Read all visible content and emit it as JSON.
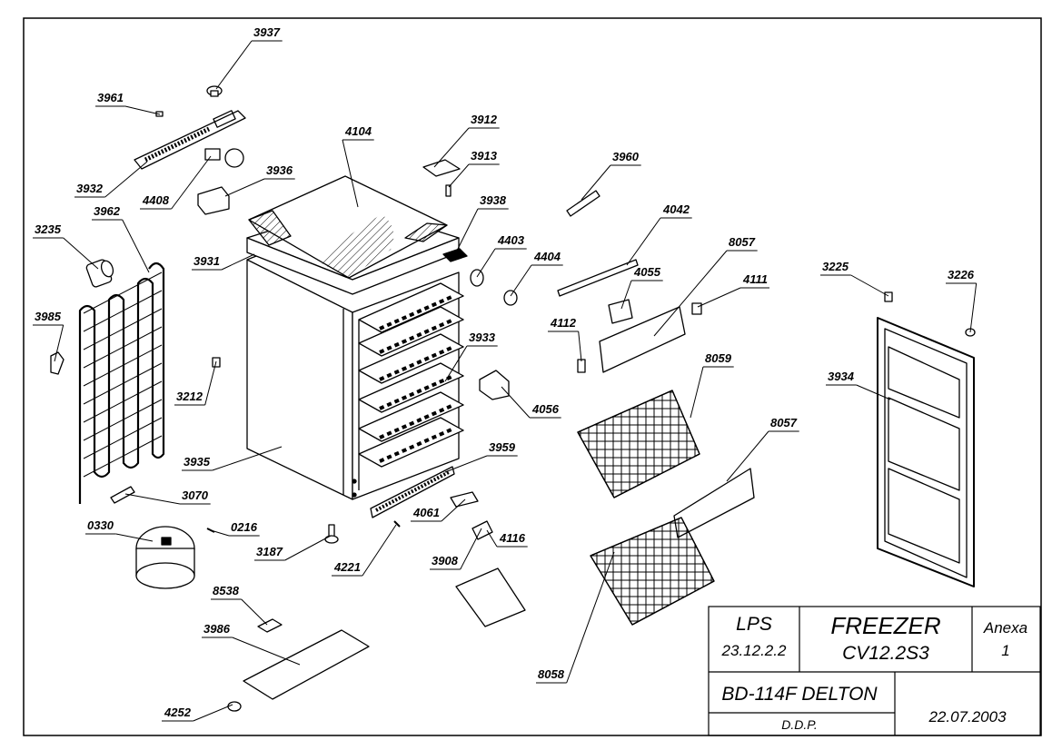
{
  "parts": [
    {
      "id": "p3937",
      "label": "3937",
      "icon": "knob"
    },
    {
      "id": "p3961",
      "label": "3961",
      "icon": "small-clip"
    },
    {
      "id": "p3932",
      "label": "3932",
      "icon": "control-panel"
    },
    {
      "id": "p4408",
      "label": "4408",
      "icon": "thermostat"
    },
    {
      "id": "p3936",
      "label": "3936",
      "icon": "bracket-box"
    },
    {
      "id": "p4104",
      "label": "4104",
      "icon": "worktop"
    },
    {
      "id": "p3912",
      "label": "3912",
      "icon": "hinge-plate"
    },
    {
      "id": "p3913",
      "label": "3913",
      "icon": "hinge-pin"
    },
    {
      "id": "p3960",
      "label": "3960",
      "icon": "handle-rod"
    },
    {
      "id": "p3938",
      "label": "3938",
      "icon": "block"
    },
    {
      "id": "p4042",
      "label": "4042",
      "icon": "rail"
    },
    {
      "id": "p8057a",
      "label": "8057",
      "icon": "flap"
    },
    {
      "id": "p4403",
      "label": "4403",
      "icon": "bushing"
    },
    {
      "id": "p4404",
      "label": "4404",
      "icon": "washer"
    },
    {
      "id": "p4055",
      "label": "4055",
      "icon": "latch"
    },
    {
      "id": "p4111",
      "label": "4111",
      "icon": "catch"
    },
    {
      "id": "p3225",
      "label": "3225",
      "icon": "screw"
    },
    {
      "id": "p3226",
      "label": "3226",
      "icon": "screw-cap"
    },
    {
      "id": "p3235",
      "label": "3235",
      "icon": "capacitor"
    },
    {
      "id": "p3962",
      "label": "3962",
      "icon": "condenser"
    },
    {
      "id": "p3931",
      "label": "3931",
      "icon": "cabinet-top-frame"
    },
    {
      "id": "p3985",
      "label": "3985",
      "icon": "mount-bracket"
    },
    {
      "id": "p4112",
      "label": "4112",
      "icon": "hook"
    },
    {
      "id": "p3933",
      "label": "3933",
      "icon": "evaporator-shelves"
    },
    {
      "id": "p8059",
      "label": "8059",
      "icon": "wire-basket"
    },
    {
      "id": "p3934",
      "label": "3934",
      "icon": "door"
    },
    {
      "id": "p3212",
      "label": "3212",
      "icon": "sensor"
    },
    {
      "id": "p4056",
      "label": "4056",
      "icon": "holder"
    },
    {
      "id": "p8057b",
      "label": "8057",
      "icon": "flap"
    },
    {
      "id": "p3935",
      "label": "3935",
      "icon": "cabinet"
    },
    {
      "id": "p3959",
      "label": "3959",
      "icon": "grille"
    },
    {
      "id": "p3070",
      "label": "3070",
      "icon": "filter-drier"
    },
    {
      "id": "p0330",
      "label": "0330",
      "icon": "compressor"
    },
    {
      "id": "p0216",
      "label": "0216",
      "icon": "pin"
    },
    {
      "id": "p3187",
      "label": "3187",
      "icon": "foot"
    },
    {
      "id": "p4061",
      "label": "4061",
      "icon": "tray-clip"
    },
    {
      "id": "p4221",
      "label": "4221",
      "icon": "spring"
    },
    {
      "id": "p4116",
      "label": "4116",
      "icon": "bottom-hinge"
    },
    {
      "id": "p3908",
      "label": "3908",
      "icon": "hinge-bracket"
    },
    {
      "id": "p8538",
      "label": "8538",
      "icon": "strap"
    },
    {
      "id": "p3986",
      "label": "3986",
      "icon": "base-plate"
    },
    {
      "id": "p8058",
      "label": "8058",
      "icon": "wire-basket"
    },
    {
      "id": "p4252",
      "label": "4252",
      "icon": "nut"
    }
  ],
  "title_block": {
    "code": "LPS",
    "code_sub": "23.12.2.2",
    "title": "FREEZER",
    "model": "CV12.2S3",
    "annex": "Anexa",
    "annex_no": "1",
    "product": "BD-114F DELTON",
    "author": "D.D.P.",
    "date": "22.07.2003"
  },
  "colors": {
    "line": "#000000",
    "background": "#ffffff"
  }
}
